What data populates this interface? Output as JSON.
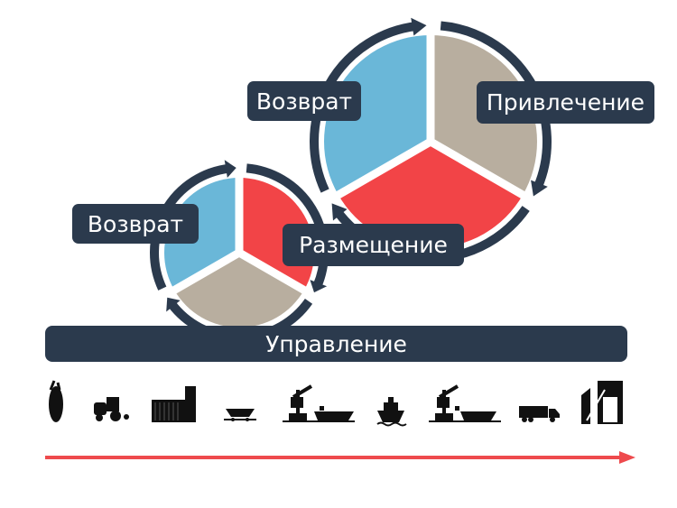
{
  "colors": {
    "dark": "#2b3a4d",
    "blue": "#6ab7d8",
    "tan": "#b8ae9f",
    "red": "#f24447",
    "arrow": "#ee4a4d"
  },
  "big_cycle": {
    "labels": {
      "return": "Возврат",
      "attraction": "Привлечение",
      "placement": "Размещение"
    }
  },
  "small_cycle": {
    "labels": {
      "return": "Возврат"
    }
  },
  "management": "Управление",
  "icons": [
    "corn-icon",
    "harvester-icon",
    "grain-elevator-icon",
    "railcar-icon",
    "port-crane-ship-icon",
    "ship-icon",
    "port-crane-ship-icon",
    "truck-icon",
    "processing-plant-icon"
  ]
}
